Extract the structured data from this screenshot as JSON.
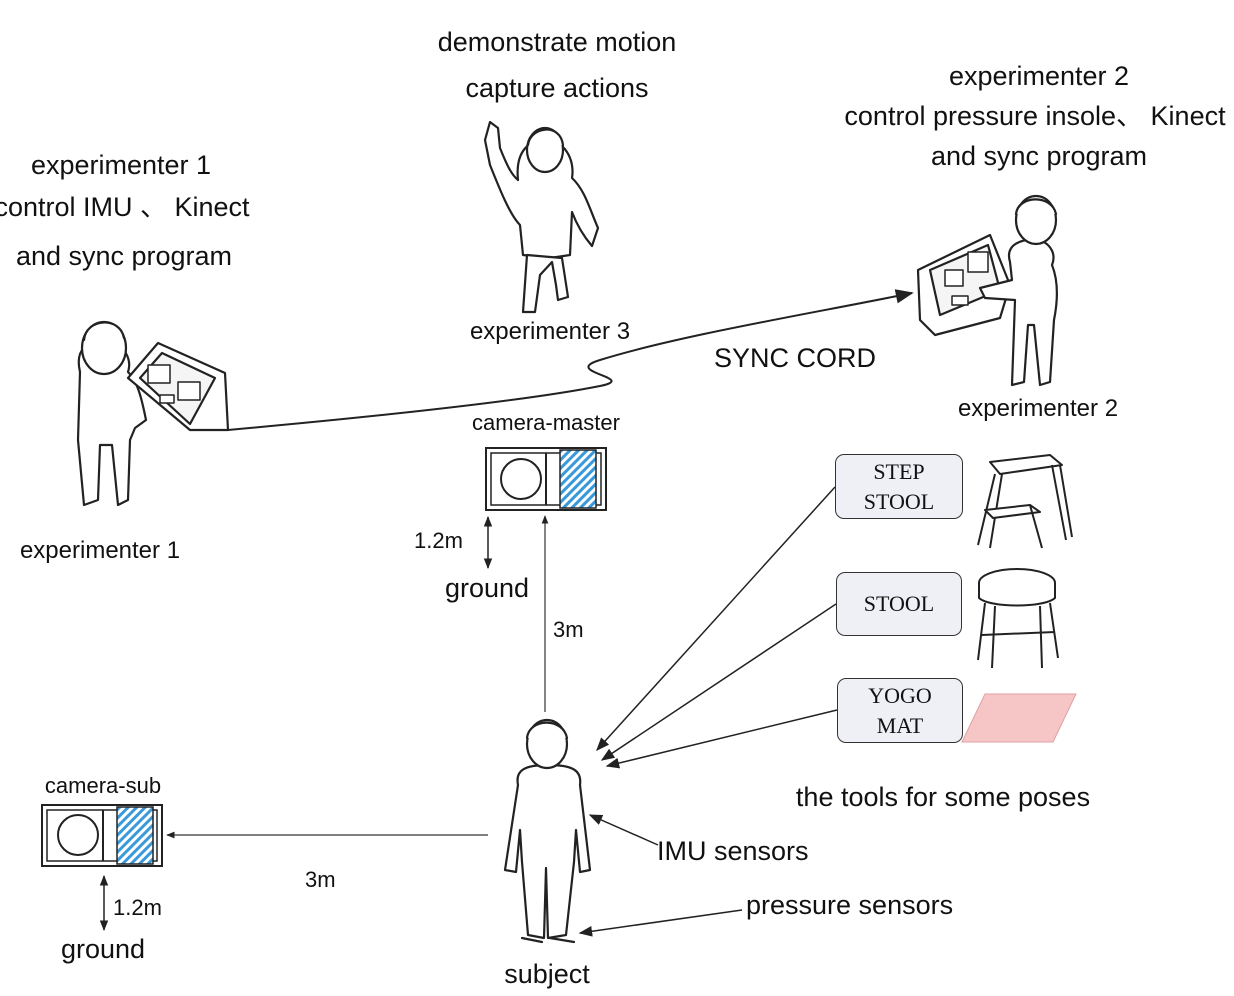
{
  "labels": {
    "demonstrate": [
      "demonstrate motion",
      "capture actions"
    ],
    "exp1_role": [
      "experimenter 1",
      "control IMU 、 Kinect",
      "and sync program"
    ],
    "exp2_role": [
      "experimenter 2",
      "control pressure insole、 Kinect",
      "and sync program"
    ],
    "exp1_name": "experimenter 1",
    "exp2_name": "experimenter 2",
    "exp3_name": "experimenter 3",
    "sync_cord": "SYNC  CORD",
    "camera_master": "camera-master",
    "camera_sub": "camera-sub",
    "height_master": "1.2m",
    "ground_master": "ground",
    "dist_master": "3m",
    "height_sub": "1.2m",
    "ground_sub": "ground",
    "dist_sub": "3m",
    "subject": "subject",
    "imu_sensors": "IMU sensors",
    "pressure_sensors": "pressure sensors",
    "tools_caption": "the tools for some poses"
  },
  "tools": [
    {
      "lines": [
        "STEP",
        "STOOL"
      ],
      "icon": "step-stool-icon"
    },
    {
      "lines": [
        "STOOL"
      ],
      "icon": "stool-icon"
    },
    {
      "lines": [
        "YOGO",
        "MAT"
      ],
      "icon": "yoga-mat-icon"
    }
  ],
  "colors": {
    "line": "#222222",
    "lens_hatch": "#3a9ad9",
    "tool_box_fill": "#eef0f6",
    "mat_fill": "#f6c6c6"
  }
}
